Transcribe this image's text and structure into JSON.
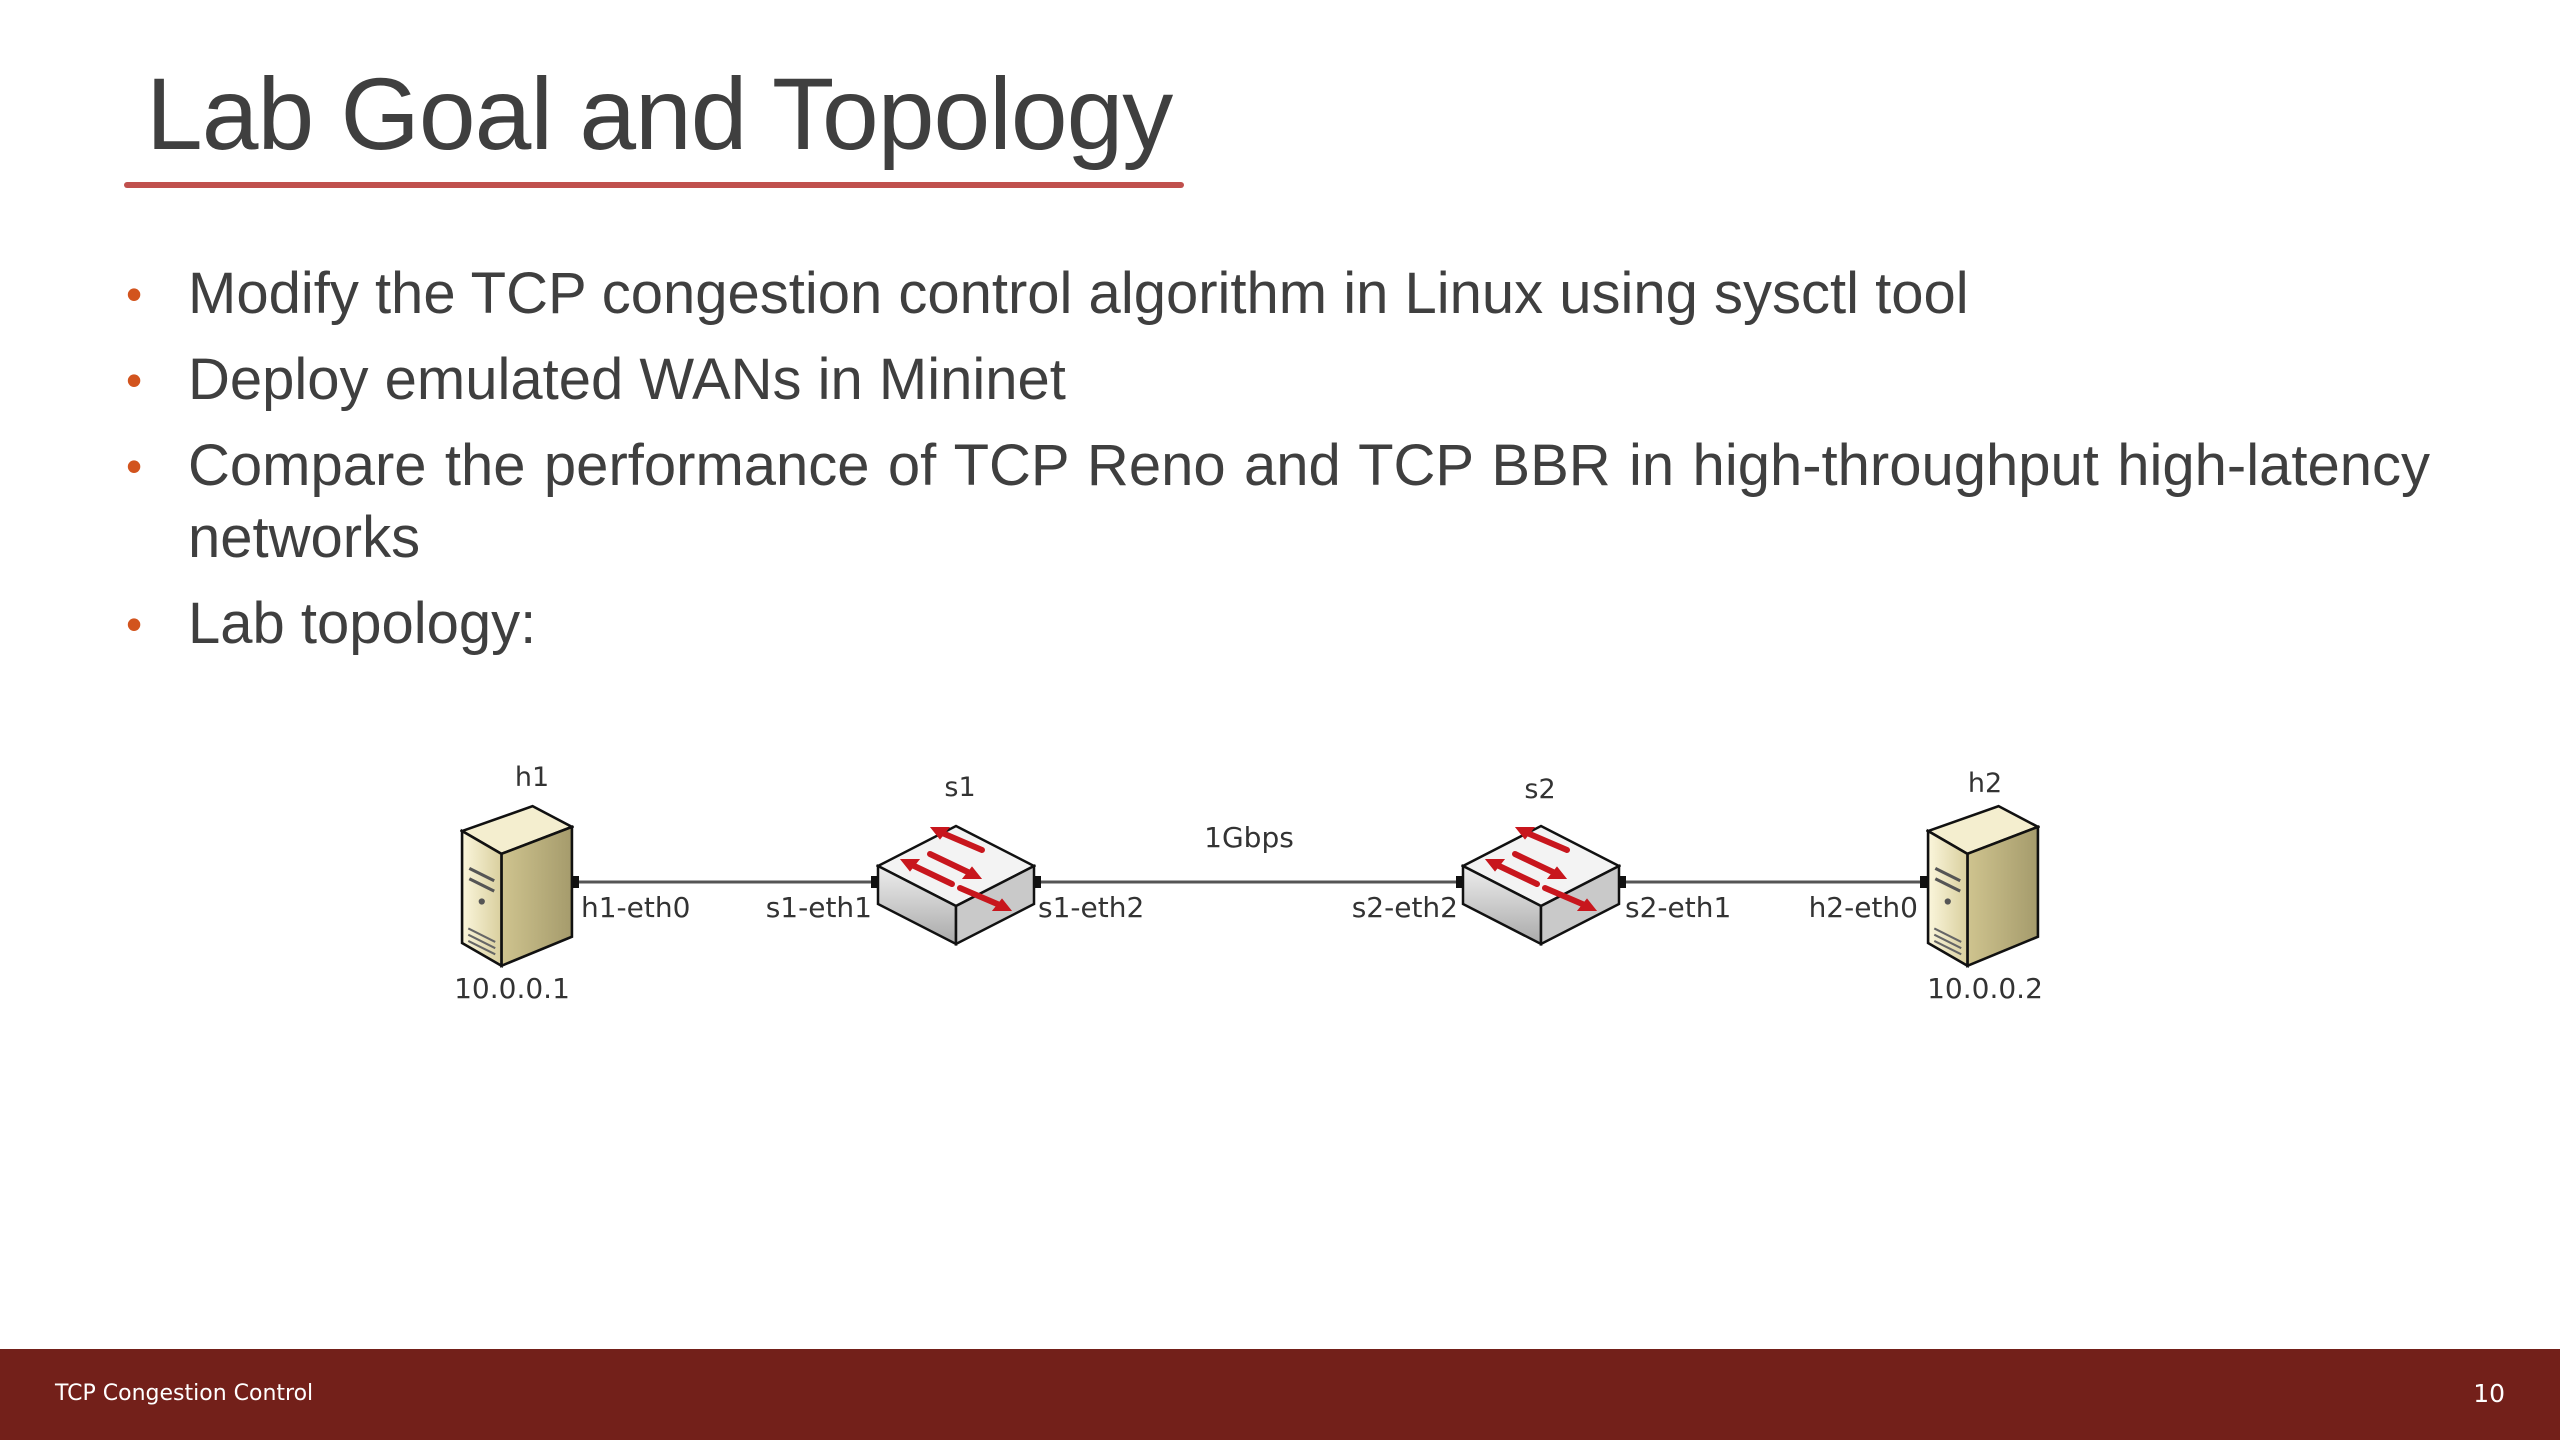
{
  "slide": {
    "title": "Lab Goal and Topology",
    "bullets": [
      "Modify the TCP congestion control algorithm in Linux using sysctl tool",
      "Deploy emulated WANs in Mininet",
      "Compare the performance of TCP Reno and TCP BBR in high-throughput high-latency networks",
      "Lab topology:"
    ],
    "bullet_char": "•"
  },
  "topology": {
    "h1": {
      "name": "h1",
      "ip": "10.0.0.1",
      "iface": "h1-eth0"
    },
    "s1": {
      "name": "s1",
      "iface_left": "s1-eth1",
      "iface_right": "s1-eth2"
    },
    "s2": {
      "name": "s2",
      "iface_left": "s2-eth2",
      "iface_right": "s2-eth1"
    },
    "h2": {
      "name": "h2",
      "ip": "10.0.0.2",
      "iface": "h2-eth0"
    },
    "link_label": "1Gbps"
  },
  "footer": {
    "text": "TCP Congestion Control",
    "page": "10"
  },
  "colors": {
    "accent": "#c0504d",
    "bullet": "#d2541e",
    "footer_bg": "#73201a",
    "switch_arrow": "#c8161d"
  },
  "icons": {
    "host": "server-icon",
    "switch": "switch-icon"
  }
}
